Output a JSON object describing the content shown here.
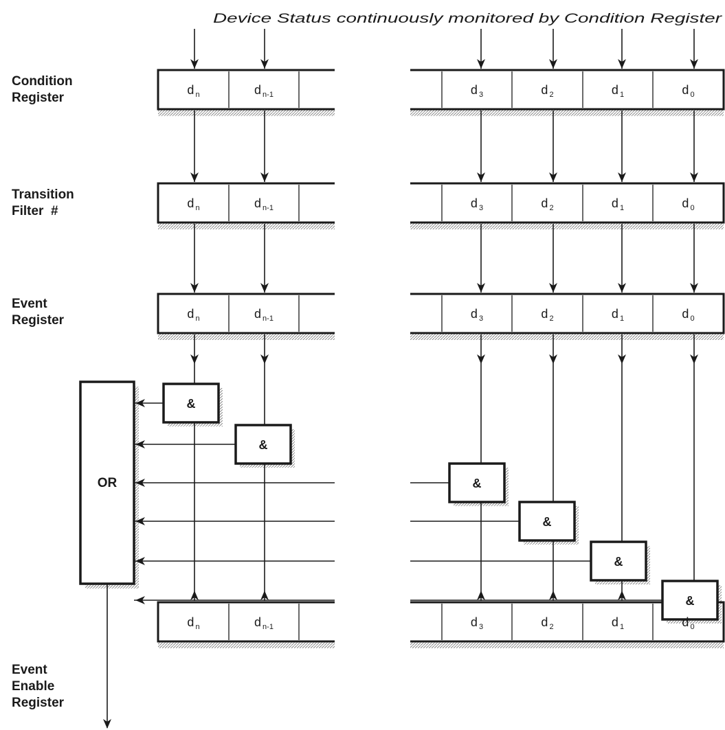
{
  "caption": "Device Status continuously monitored by Condition Register",
  "registers": [
    {
      "label_lines": [
        "Condition",
        "Register"
      ]
    },
    {
      "label_lines": [
        "Transition",
        "Filter  #"
      ]
    },
    {
      "label_lines": [
        "Event",
        "Register"
      ]
    },
    {
      "label_lines": [
        "Event",
        "Enable",
        "Register"
      ]
    }
  ],
  "bits": [
    {
      "base": "d",
      "sub": "n"
    },
    {
      "base": "d",
      "sub": "n-1"
    },
    {
      "base": "d",
      "sub": "3"
    },
    {
      "base": "d",
      "sub": "2"
    },
    {
      "base": "d",
      "sub": "1"
    },
    {
      "base": "d",
      "sub": "0"
    }
  ],
  "and_gate_label": "&",
  "or_gate_label": "OR"
}
